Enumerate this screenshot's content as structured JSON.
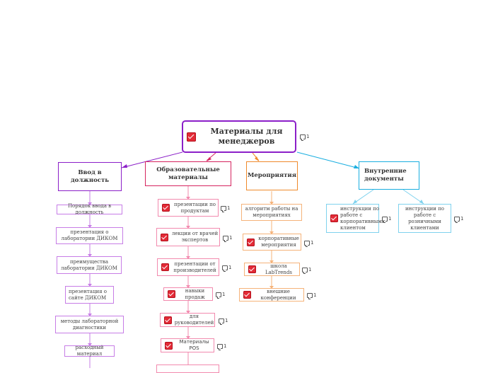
{
  "colors": {
    "root": "#8b1fc8",
    "onboarding": "#8b1fc8",
    "onboarding_child": "#c77de6",
    "education": "#d6245f",
    "education_child": "#f28aae",
    "events": "#ef8a2b",
    "events_child": "#f5b37a",
    "internal": "#1aaee0",
    "internal_child": "#7fd2ee"
  },
  "root": {
    "label": "Материалы для менеджеров",
    "comments": "1"
  },
  "branches": {
    "onboarding": {
      "label": "Ввод в должность",
      "children": [
        {
          "label": "Порядок ввода в должность"
        },
        {
          "label": "презентация о лаборатории ДИКОМ"
        },
        {
          "label": "преимущества лаборатории ДИКОМ"
        },
        {
          "label": "презентация о сайте ДИКОМ"
        },
        {
          "label": "методы лабораторной диагностики"
        },
        {
          "label": "расходный материал"
        }
      ]
    },
    "education": {
      "label": "Образовательные материалы",
      "children": [
        {
          "label": "презентации по продуктам",
          "comments": "1"
        },
        {
          "label": "лекции от врачей экспертов",
          "comments": "1"
        },
        {
          "label": "презентации от производителей",
          "comments": "1"
        },
        {
          "label": "навыки продаж",
          "comments": "1"
        },
        {
          "label": "для руководителей",
          "comments": "1"
        },
        {
          "label": "Материалы POS",
          "comments": "1"
        }
      ]
    },
    "events": {
      "label": "Мероприятия",
      "children": [
        {
          "label": "алгоритм работы на мероприятиях"
        },
        {
          "label": "корпоративные мероприятия",
          "comments": "1"
        },
        {
          "label": "школа LabTrends",
          "comments": "1"
        },
        {
          "label": "внешние конференции",
          "comments": "1"
        }
      ]
    },
    "internal": {
      "label": "Внутренние документы",
      "children": [
        {
          "label": "инструкции по работе с корпоративными клиентом",
          "comments": "1"
        },
        {
          "label": "инструкции по работе с розничными клиентами",
          "comments": "1"
        }
      ]
    }
  }
}
